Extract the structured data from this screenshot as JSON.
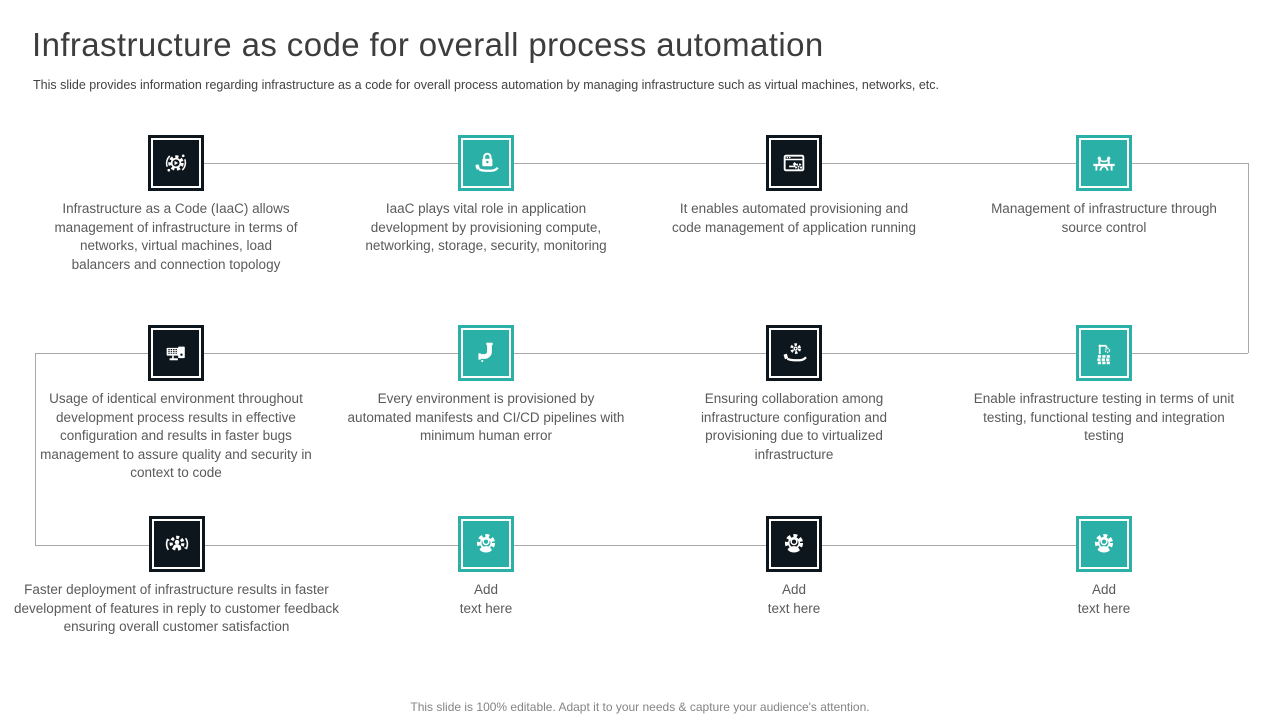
{
  "slide": {
    "title": "Infrastructure as code for overall process automation",
    "subtitle": "This slide provides information regarding infrastructure as a code for overall process automation by managing infrastructure such as virtual machines, networks, etc.",
    "footer": "This slide is 100% editable. Adapt it to your needs & capture your audience's attention."
  },
  "colors": {
    "teal": "#2bb0a7",
    "dark": "#0e161d",
    "connector": "#a9a9a9"
  },
  "cards": [
    {
      "icon": "automation-gear-icon",
      "variant": "dark",
      "text": "Infrastructure as a Code (IaaC) allows management of infrastructure in terms of networks, virtual machines, load balancers and connection topology"
    },
    {
      "icon": "hand-lock-icon",
      "variant": "teal",
      "text": "IaaC plays vital role in application development by provisioning compute, networking, storage, security, monitoring"
    },
    {
      "icon": "window-gear-icon",
      "variant": "dark",
      "text": "It enables automated provisioning and code management of application running"
    },
    {
      "icon": "bridge-icon",
      "variant": "teal",
      "text": "Management of infrastructure through source control"
    },
    {
      "icon": "servers-icon",
      "variant": "dark",
      "text": "Usage of identical environment throughout development process results in effective configuration and results in faster bugs management to assure quality and security in context to code"
    },
    {
      "icon": "pipeline-icon",
      "variant": "teal",
      "text": "Every environment is provisioned by automated manifests and CI/CD pipelines with minimum human error"
    },
    {
      "icon": "hand-gear-icon",
      "variant": "dark",
      "text": "Ensuring collaboration among infrastructure configuration and provisioning due to virtualized infrastructure"
    },
    {
      "icon": "crane-wall-icon",
      "variant": "teal",
      "text": "Enable infrastructure testing in terms of unit testing, functional testing and integration testing"
    },
    {
      "icon": "deployment-gear-icon",
      "variant": "dark",
      "text": "Faster deployment of infrastructure results in faster development of features in reply to customer feedback ensuring overall customer satisfaction"
    },
    {
      "icon": "gear-person-icon",
      "variant": "teal",
      "text": "Add\ntext here"
    },
    {
      "icon": "gear-person-icon",
      "variant": "dark",
      "text": "Add\ntext here"
    },
    {
      "icon": "gear-person-icon",
      "variant": "teal",
      "text": "Add\ntext here"
    }
  ]
}
